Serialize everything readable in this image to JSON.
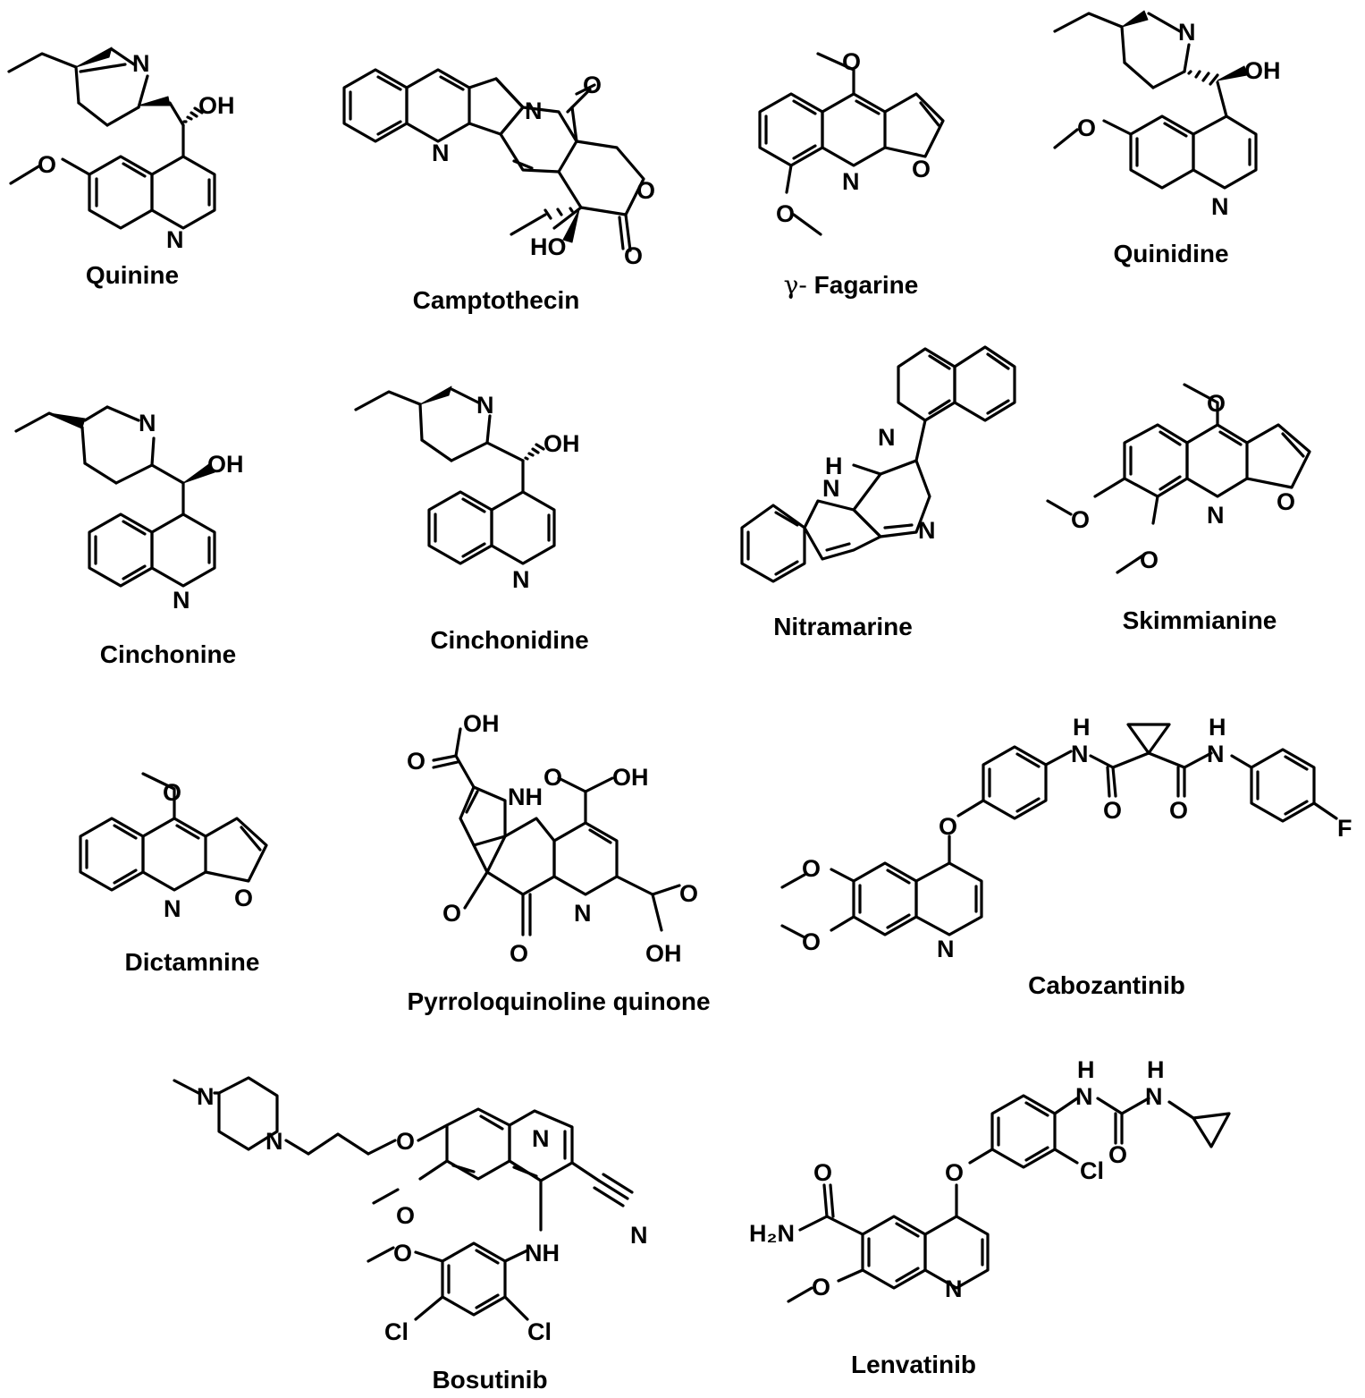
{
  "compounds": [
    {
      "name": "Quinine"
    },
    {
      "name": "Camptothecin"
    },
    {
      "name": "Fagarine",
      "prefix": "γ-"
    },
    {
      "name": "Quinidine"
    },
    {
      "name": "Cinchonine"
    },
    {
      "name": "Cinchonidine"
    },
    {
      "name": "Nitramarine"
    },
    {
      "name": "Skimmianine"
    },
    {
      "name": "Dictamnine"
    },
    {
      "name": "Pyrroloquinoline quinone"
    },
    {
      "name": "Cabozantinib"
    },
    {
      "name": "Bosutinib"
    },
    {
      "name": "Lenvatinib"
    }
  ],
  "atoms": {
    "N": "N",
    "O": "O",
    "OH": "OH",
    "HO": "HO",
    "NH": "NH",
    "H": "H",
    "Cl": "Cl",
    "F": "F",
    "H2N": "H₂N"
  }
}
